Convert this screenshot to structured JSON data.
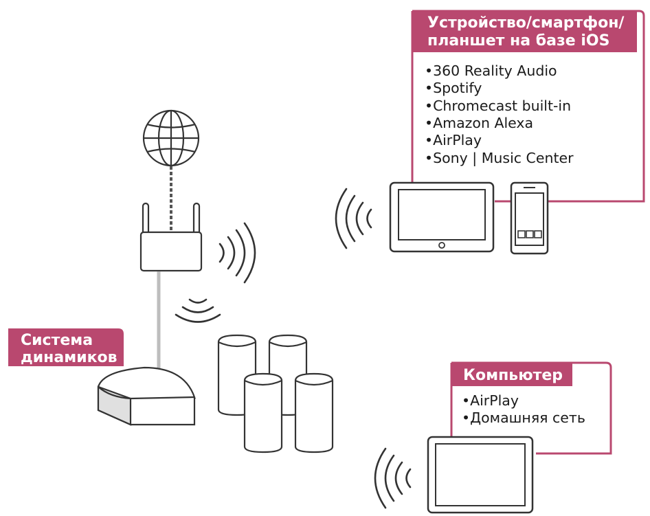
{
  "colors": {
    "accent": "#b9486f",
    "line": "#333333",
    "fill_light": "#ffffff",
    "grey": "#bdbdbd"
  },
  "ios_box": {
    "title_lines": [
      "Устройство/смартфон/",
      "планшет на базе iOS"
    ],
    "items": [
      "•360 Reality Audio",
      "•Spotify",
      "•Chromecast built-in",
      "•Amazon Alexa",
      "•AirPlay",
      "•Sony | Music Center"
    ]
  },
  "speaker_label": {
    "lines": [
      "Система",
      "динамиков"
    ]
  },
  "computer_box": {
    "title": "Компьютер",
    "items": [
      "•AirPlay",
      "•Домашняя сеть"
    ]
  },
  "icons": {
    "globe": "globe-icon",
    "router": "wifi-router-icon",
    "hub": "speaker-system-hub-icon",
    "speakers": "speaker-icon",
    "tablet": "tablet-icon",
    "phone": "smartphone-icon",
    "laptop": "laptop-icon",
    "waves": "wireless-signal-icon"
  }
}
